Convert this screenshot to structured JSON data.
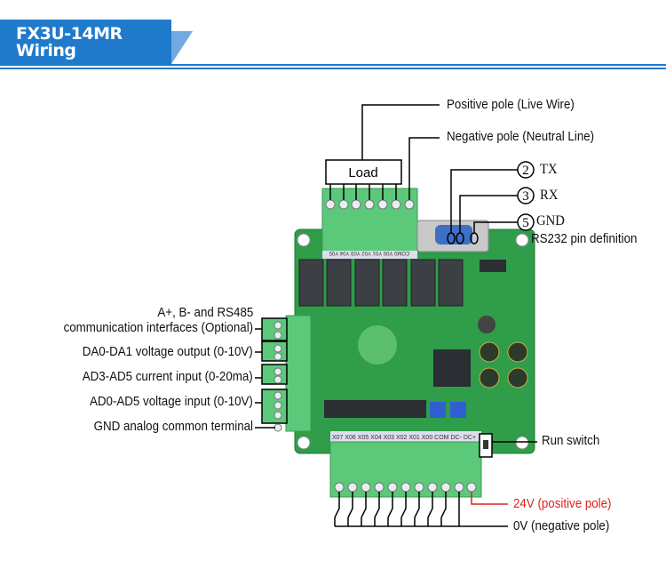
{
  "header": {
    "line1": "FX3U-14MR",
    "line2": "Wiring",
    "color": "#1f7acb"
  },
  "diagram": {
    "load_label": "Load",
    "positive_pole": "Positive pole (Live Wire)",
    "negative_pole": "Negative pole (Neutral Line)",
    "rs232": {
      "pins": [
        {
          "num": "2",
          "name": "TX"
        },
        {
          "num": "3",
          "name": "RX"
        },
        {
          "num": "5",
          "name": "GND"
        }
      ],
      "caption": "RS232 pin definition"
    },
    "left_labels": [
      "A+, B- and RS485",
      "communication interfaces (Optional)",
      "DA0-DA1 voltage output (0-10V)",
      "AD3-AD5 current input (0-20ma)",
      "AD0-AD5 voltage input (0-10V)",
      "GND analog common terminal"
    ],
    "run_switch": "Run switch",
    "v24": "24V (positive pole)",
    "v0": "0V (negative pole)",
    "silk_output": "COM0 Y00 Y01 Y02 Y03 Y04 Y05",
    "silk_input": "X07 X06 X05 X04 X03 X02 X01 X00 COM DC- DC+",
    "accent_red": "#e02020"
  }
}
